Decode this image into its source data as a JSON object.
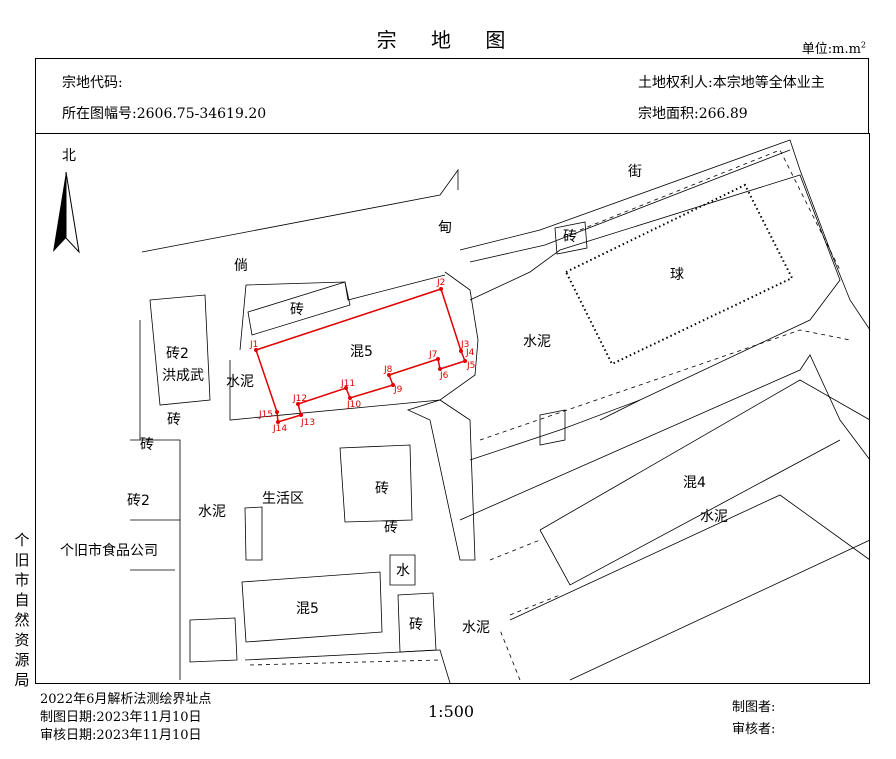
{
  "title": "宗 地 图",
  "unit_label": "单位:m.m",
  "unit_sup": "2",
  "header": {
    "parcel_code": "宗地代码:",
    "sheet_no": "所在图幅号:2606.75-34619.20",
    "owner": "土地权利人:本宗地等全体业主",
    "area": "宗地面积:266.89"
  },
  "north_label": "北",
  "map_labels": [
    "街",
    "甸",
    "倘",
    "砖",
    "球",
    "砖",
    "混5",
    "水泥",
    "砖2",
    "洪成武",
    "水泥",
    "砖",
    "砖",
    "砖2",
    "水泥",
    "生活区",
    "砖",
    "砖",
    "个旧市食品公司",
    "水",
    "混5",
    "砖",
    "水泥",
    "混4",
    "水泥"
  ],
  "parcel_points": [
    "J1",
    "J2",
    "J3",
    "J4",
    "J5",
    "J6",
    "J7",
    "J8",
    "J9",
    "J10",
    "J11",
    "J12",
    "J13",
    "J14",
    "J15"
  ],
  "side_label": "个旧市自然资源局",
  "footer": {
    "survey": "2022年6月解析法测绘界址点",
    "draw_date": "制图日期:2023年11月10日",
    "review_date": "审核日期:2023年11月10日",
    "scale": "1:500",
    "drafter": "制图者:",
    "reviewer": "审核者:"
  },
  "colors": {
    "boundary": "#e00000",
    "line": "#000000"
  }
}
